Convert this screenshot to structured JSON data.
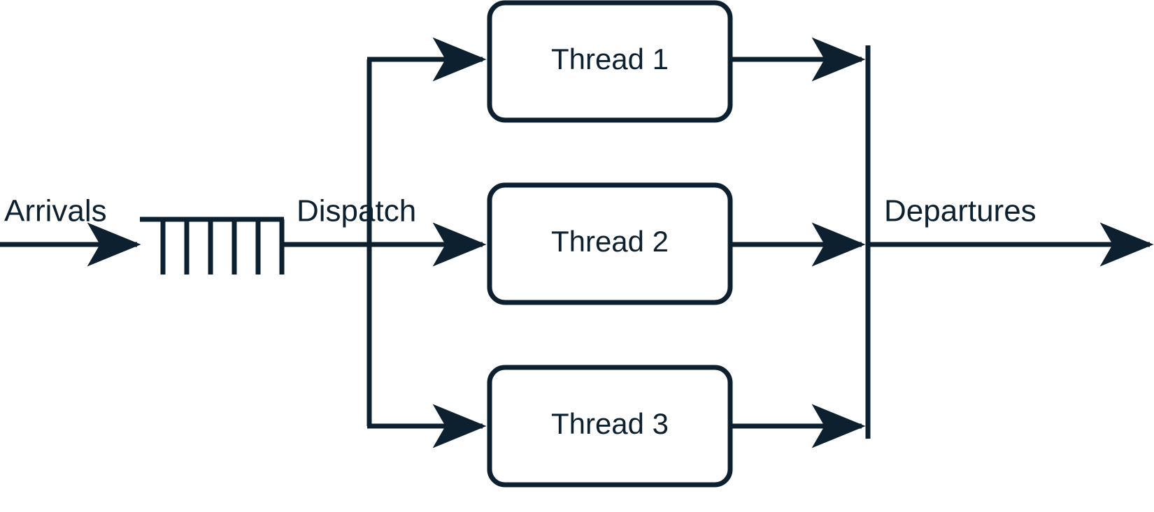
{
  "diagram": {
    "type": "process-flow",
    "title": "Multi-threaded queue dispatch flow",
    "colors": {
      "stroke": "#0d2030",
      "text": "#0d2030",
      "background": "#ffffff"
    },
    "labels": {
      "arrivals": "Arrivals",
      "dispatch": "Dispatch",
      "departures": "Departures"
    },
    "queue": {
      "name": "buffer-queue",
      "slots": 5,
      "dividers": 6
    },
    "threads": [
      {
        "id": "thread-1",
        "label": "Thread 1"
      },
      {
        "id": "thread-2",
        "label": "Thread 2"
      },
      {
        "id": "thread-3",
        "label": "Thread 3"
      }
    ],
    "merge_bar": {
      "name": "join-bar"
    }
  }
}
